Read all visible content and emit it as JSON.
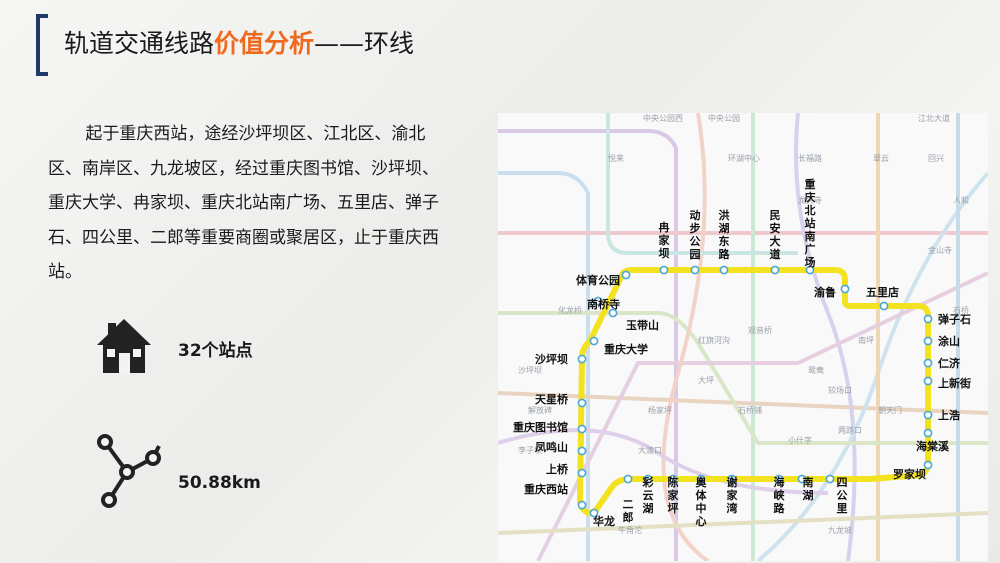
{
  "title": {
    "prefix": "轨道交通线路",
    "highlight": "价值分析",
    "suffix": "——环线"
  },
  "description": "起于重庆西站，途经沙坪坝区、江北区、渝北区、南岸区、九龙坡区，经过重庆图书馆、沙坪坝、重庆大学、冉家坝、重庆北站南广场、五里店、弹子石、四公里、二郎等重要商圈或聚居区，止于重庆西站。",
  "stats": [
    {
      "icon": "house-icon",
      "label": "32个站点"
    },
    {
      "icon": "route-icon",
      "label": "50.88km"
    }
  ],
  "map": {
    "line_color": "#f2e21f",
    "stations": [
      {
        "name": "体育公园",
        "vertical": false
      },
      {
        "name": "南桥寺",
        "vertical": false
      },
      {
        "name": "冉家坝",
        "vertical": true
      },
      {
        "name": "动步公园",
        "vertical": true
      },
      {
        "name": "洪湖东路",
        "vertical": true
      },
      {
        "name": "民安大道",
        "vertical": true
      },
      {
        "name": "重庆北站南广场",
        "vertical": true
      },
      {
        "name": "渝鲁",
        "vertical": false
      },
      {
        "name": "五里店",
        "vertical": false
      },
      {
        "name": "弹子石",
        "vertical": false
      },
      {
        "name": "涂山",
        "vertical": false
      },
      {
        "name": "仁济",
        "vertical": false
      },
      {
        "name": "上新街",
        "vertical": false
      },
      {
        "name": "上浩",
        "vertical": false
      },
      {
        "name": "海棠溪",
        "vertical": false
      },
      {
        "name": "罗家坝",
        "vertical": false
      },
      {
        "name": "四公里",
        "vertical": true
      },
      {
        "name": "南湖",
        "vertical": true
      },
      {
        "name": "海峡路",
        "vertical": true
      },
      {
        "name": "谢家湾",
        "vertical": true
      },
      {
        "name": "奥体中心",
        "vertical": true
      },
      {
        "name": "陈家坪",
        "vertical": true
      },
      {
        "name": "彩云湖",
        "vertical": true
      },
      {
        "name": "二郎",
        "vertical": true
      },
      {
        "name": "华龙",
        "vertical": false
      },
      {
        "name": "重庆西站",
        "vertical": false
      },
      {
        "name": "上桥",
        "vertical": false
      },
      {
        "name": "凤鸣山",
        "vertical": false
      },
      {
        "name": "重庆图书馆",
        "vertical": false
      },
      {
        "name": "天星桥",
        "vertical": false
      },
      {
        "name": "沙坪坝",
        "vertical": false
      },
      {
        "name": "重庆大学",
        "vertical": false
      },
      {
        "name": "玉带山",
        "vertical": false
      }
    ],
    "background_labels": [
      "中央公园西",
      "中央公园",
      "江北大道",
      "环湖中心",
      "长福路",
      "悦来",
      "翠云",
      "回兴",
      "人和",
      "金山寺",
      "石桥",
      "南坪",
      "大坪",
      "石桥铺",
      "杨家坪",
      "沙坪坝",
      "龙头寺",
      "观音桥",
      "红旗河沟",
      "鸳鸯",
      "两路口",
      "朝天门",
      "小什字",
      "较场口",
      "解放碑",
      "牛角沱",
      "九龙坡",
      "大渡口",
      "李子坝",
      "化龙桥"
    ]
  }
}
